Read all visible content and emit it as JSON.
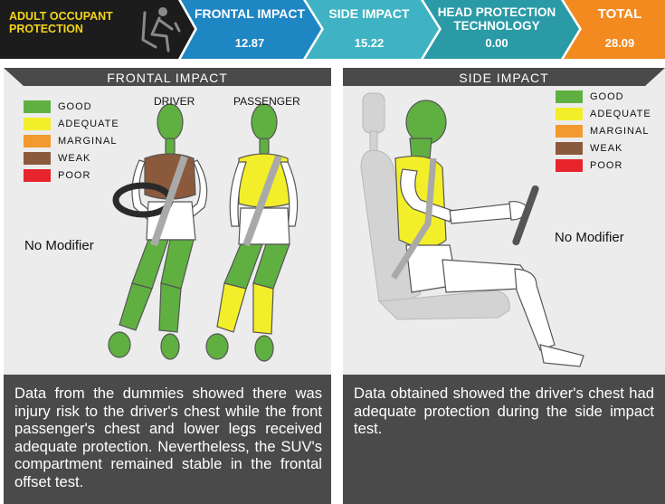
{
  "header": {
    "adult_occupant_protection": "ADULT OCCUPANT PROTECTION",
    "frontal_impact": {
      "label": "FRONTAL IMPACT",
      "value": "12.87"
    },
    "side_impact": {
      "label": "SIDE IMPACT",
      "value": "15.22"
    },
    "head_protection": {
      "label": "HEAD PROTECTION TECHNOLOGY",
      "value": "0.00"
    },
    "total": {
      "label": "TOTAL",
      "value": "28.09"
    }
  },
  "legend": [
    {
      "label": "GOOD",
      "color": "#5fb040"
    },
    {
      "label": "ADEQUATE",
      "color": "#f3ee2a"
    },
    {
      "label": "MARGINAL",
      "color": "#f29a2e"
    },
    {
      "label": "WEAK",
      "color": "#8b5a3c"
    },
    {
      "label": "POOR",
      "color": "#e8242d"
    }
  ],
  "frontal": {
    "title": "FRONTAL IMPACT",
    "driver_label": "DRIVER",
    "passenger_label": "PASSENGER",
    "modifier": "No Modifier",
    "description": "Data from the dummies showed there was injury risk to the driver's chest while the front passenger's chest and lower legs received adequate protection. Nevertheless, the SUV's compartment remained stable in the frontal offset test."
  },
  "side": {
    "title": "SIDE IMPACT",
    "modifier": "No Modifier",
    "description": "Data obtained showed the driver's chest had adequate protection during the side impact test."
  },
  "colors": {
    "header_dark": "#1c1c1c",
    "frontal_blue": "#1f86c4",
    "side_teal": "#3fb3c3",
    "head_teal": "#2a9aa6",
    "total_orange": "#f28a1f",
    "panel_bg": "#ececec",
    "desc_bg": "#4a4a4a",
    "good": "#5fb040",
    "adequate": "#f3ee2a",
    "weak": "#8b5a3c",
    "belt": "#a9a9a9"
  }
}
